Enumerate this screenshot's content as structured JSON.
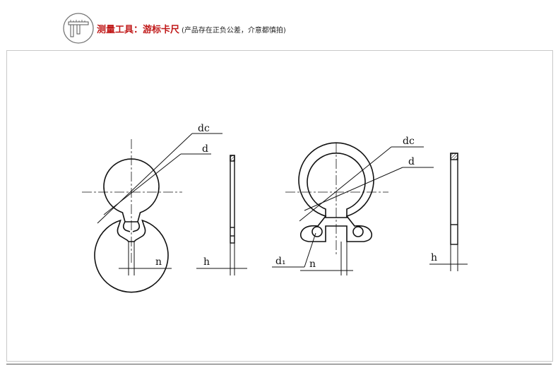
{
  "header": {
    "icon": "caliper-icon",
    "title": "测量工具：游标卡尺",
    "subtitle": "(产品存在正负公差，介意都慎拍)"
  },
  "diagram": {
    "left_ring": {
      "label_dc": "dc",
      "label_d": "d",
      "label_n": "n",
      "label_h": "h"
    },
    "right_ring": {
      "label_dc": "dc",
      "label_d": "d",
      "label_d1": "d₁",
      "label_n": "n",
      "label_h": "h"
    }
  },
  "colors": {
    "title_red": "#c01818",
    "line": "#111111",
    "frame_border": "#c9c9c9"
  }
}
